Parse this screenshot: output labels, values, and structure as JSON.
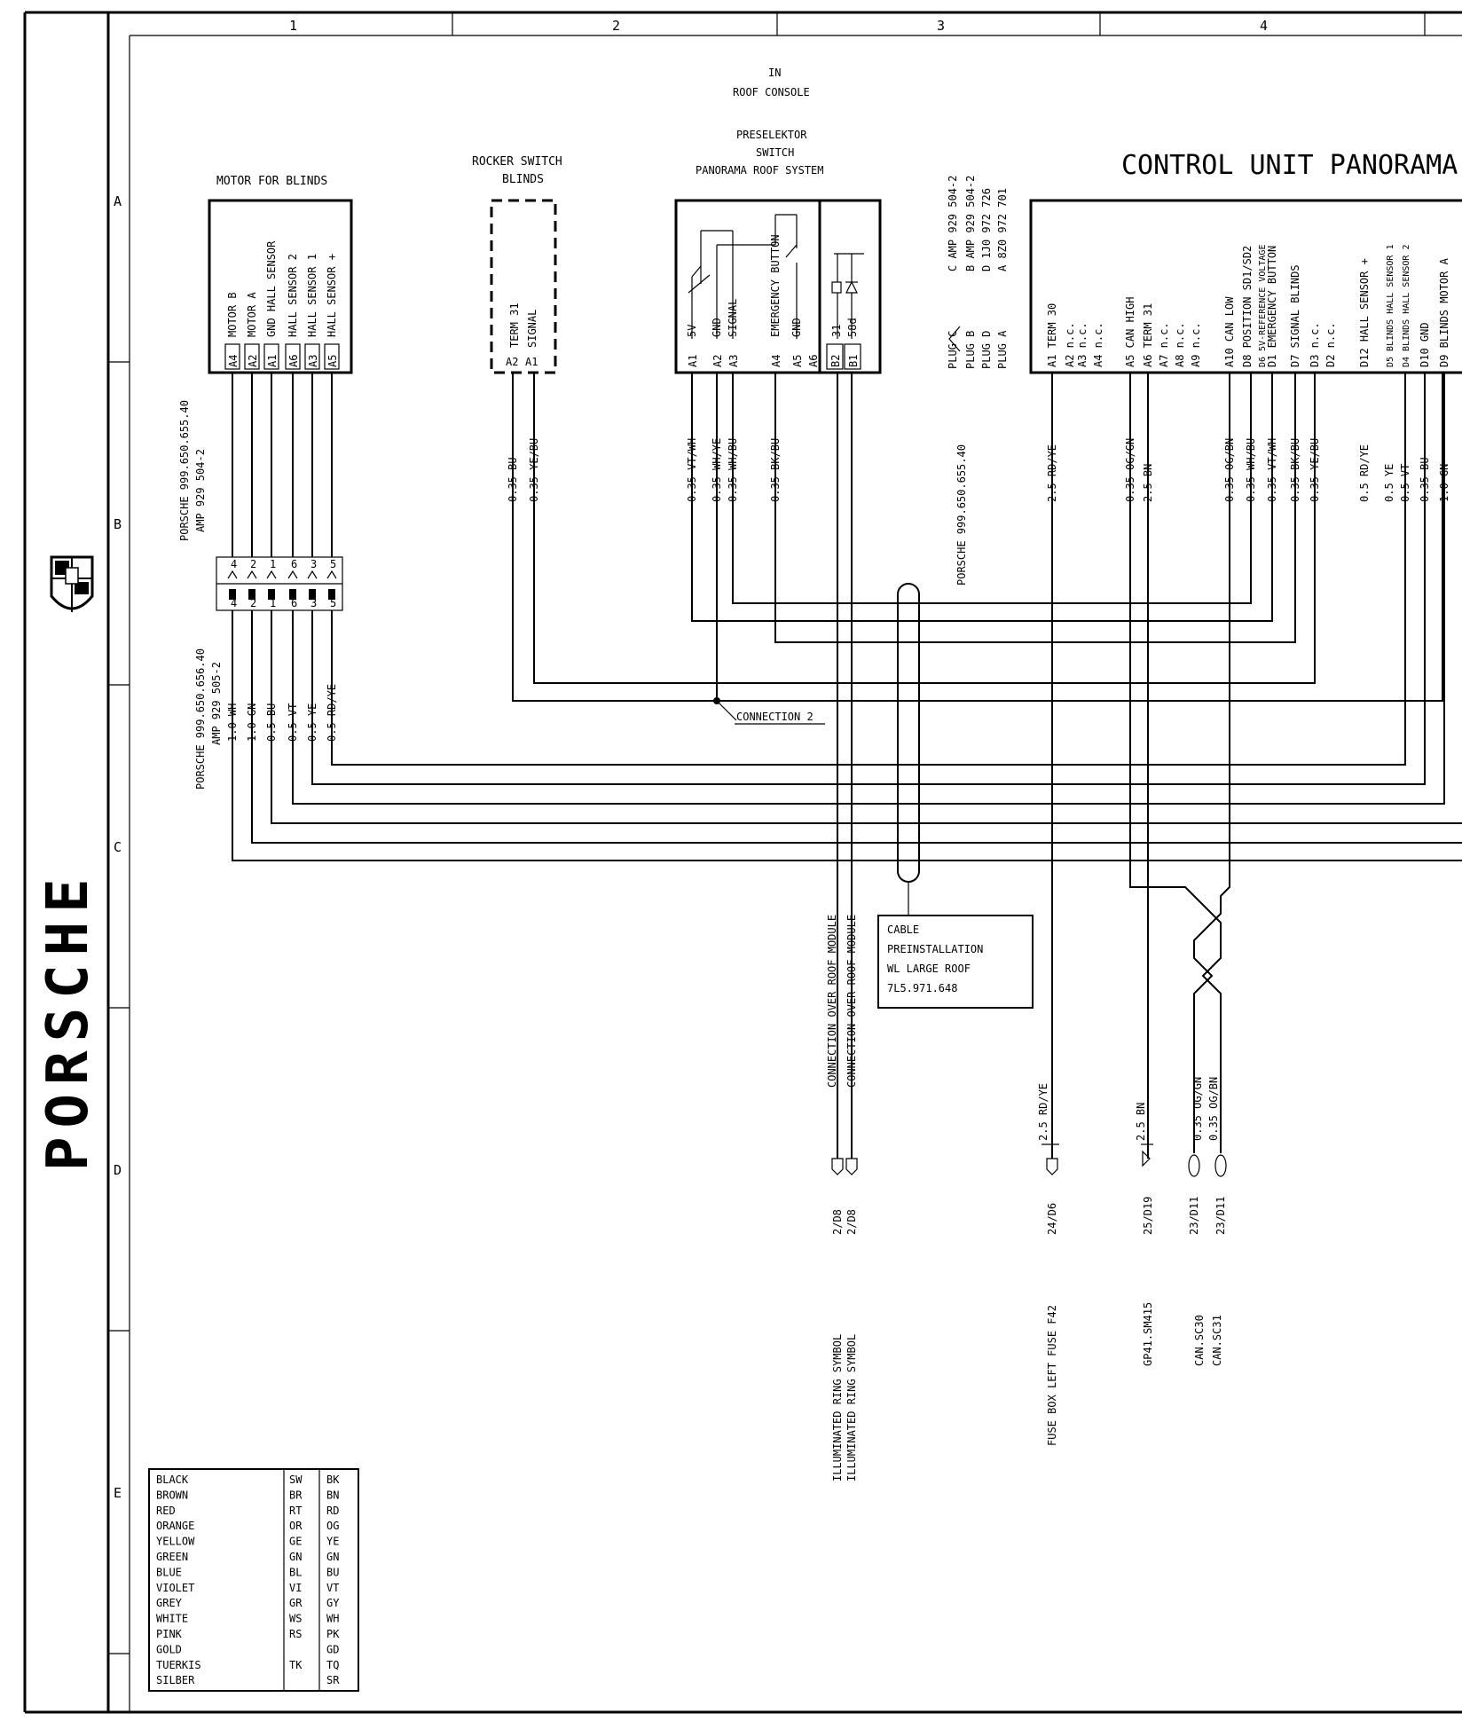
{
  "brand": "PORSCHE",
  "columns": [
    "1",
    "2",
    "3",
    "4"
  ],
  "rows": [
    "A",
    "B",
    "C",
    "D",
    "E"
  ],
  "components": {
    "motor": {
      "title": "MOTOR FOR BLINDS",
      "pins": [
        {
          "label": "MOTOR B",
          "pin": "A4"
        },
        {
          "label": "MOTOR A",
          "pin": "A2"
        },
        {
          "label": "GND HALL SENSOR",
          "pin": "A1"
        },
        {
          "label": "HALL SENSOR 2",
          "pin": "A6"
        },
        {
          "label": "HALL SENSOR 1",
          "pin": "A3"
        },
        {
          "label": "HALL SENSOR +",
          "pin": "A5"
        }
      ]
    },
    "rocker": {
      "title_line1": "ROCKER SWITCH",
      "title_line2": "BLINDS",
      "pins": [
        {
          "label": "TERM 31",
          "pin": "A2"
        },
        {
          "label": "SIGNAL",
          "pin": "A1"
        }
      ]
    },
    "preselector": {
      "title_line1": "IN",
      "title_line2": "ROOF CONSOLE",
      "title_line3": "PRESELEKTOR",
      "title_line4": "SWITCH",
      "title_line5": "PANORAMA ROOF SYSTEM",
      "pins": [
        {
          "label": "5V",
          "pin": "A1"
        },
        {
          "label": "GND",
          "pin": "A2"
        },
        {
          "label": "SIGNAL",
          "pin": "A3"
        },
        {
          "label": "EMERGENCY BUTTON",
          "pin": "A4"
        },
        {
          "label": "GND",
          "pin": "A5"
        },
        {
          "label": "",
          "pin": "A6"
        }
      ],
      "light_pins": [
        {
          "label": "31",
          "pin": "B2"
        },
        {
          "label": "58d",
          "pin": "B1"
        }
      ]
    },
    "control_unit": {
      "title": "CONTROL UNIT PANORAMA",
      "plugs": [
        {
          "name": "C",
          "part": "AMP 929 504-2"
        },
        {
          "name": "B",
          "part": "AMP 929 504-2"
        },
        {
          "name": "D",
          "part": "1J0 972 726"
        },
        {
          "name": "A",
          "part": "8Z0 972 701"
        }
      ],
      "plug_word": "PLUG",
      "connector_ref": "PORSCHE 999.650.655.40",
      "pins": [
        {
          "pin": "A1",
          "label": "TERM 30"
        },
        {
          "pin": "A2",
          "label": "n.c."
        },
        {
          "pin": "A3",
          "label": "n.c."
        },
        {
          "pin": "A4",
          "label": "n.c."
        },
        {
          "pin": "A5",
          "label": "CAN HIGH"
        },
        {
          "pin": "A6",
          "label": "TERM 31"
        },
        {
          "pin": "A7",
          "label": "n.c."
        },
        {
          "pin": "A8",
          "label": "n.c."
        },
        {
          "pin": "A9",
          "label": "n.c."
        },
        {
          "pin": "A10",
          "label": "CAN LOW"
        },
        {
          "pin": "D8",
          "label": "POSITION SD1/SD2"
        },
        {
          "pin": "D6",
          "label": "5V-REFERENCE VOLTAGE"
        },
        {
          "pin": "D1",
          "label": "EMERGENCY BUTTON"
        },
        {
          "pin": "D7",
          "label": "SIGNAL BLINDS"
        },
        {
          "pin": "D3",
          "label": "n.c."
        },
        {
          "pin": "D2",
          "label": "n.c."
        },
        {
          "pin": "D12",
          "label": "HALL SENSOR +"
        },
        {
          "pin": "D5",
          "label": "BLINDS HALL SENSOR 1"
        },
        {
          "pin": "D4",
          "label": "BLINDS HALL SENSOR 2"
        },
        {
          "pin": "D10",
          "label": "GND"
        },
        {
          "pin": "D9",
          "label": "BLINDS MOTOR A"
        }
      ]
    }
  },
  "connector": {
    "upper_ref": "PORSCHE 999.650.655.40",
    "upper_amp": "AMP 929 504-2",
    "lower_ref": "PORSCHE 999.650.656.40",
    "lower_amp": "AMP 929 505-2",
    "pins": [
      "4",
      "2",
      "1",
      "6",
      "3",
      "5"
    ]
  },
  "wires": {
    "motor": [
      "1.0 WH",
      "1.0 GN",
      "0.5 BU",
      "0.5 VT",
      "0.5 YE",
      "0.5 RD/YE"
    ],
    "rocker": [
      "0.35 BU",
      "0.35 YE/BU"
    ],
    "preselector": [
      "0.35 VT/WH",
      "0.35 WH/YE",
      "0.35 WH/BU",
      "0.35 BK/BU"
    ],
    "cu_a": [
      "2.5 RD/YE",
      "0.35 OG/GN",
      "2.5 BN",
      "0.35 OG/BN"
    ],
    "cu_d": [
      "0.35 WH/BU",
      "0.35 VT/WH",
      "0.35 BK/BU",
      "0.35 YE/BU",
      "0.5 RD/YE",
      "0.5 YE",
      "0.5 VT",
      "0.35 BU",
      "1.0 GN",
      "1.0 WH"
    ],
    "lower_term30": "2.5 RD/YE",
    "lower_gnd": "2.5 BN",
    "lower_can": [
      "0.35 OG/GN",
      "0.35 OG/BN"
    ]
  },
  "labels": {
    "connection2": "CONNECTION 2",
    "connection_over_roof": "CONNECTION OVER ROOF MODULE",
    "cable": [
      "CABLE",
      "PREINSTALLATION",
      "WL LARGE   ROOF",
      "7L5.971.648"
    ]
  },
  "terminals": [
    {
      "ref": "2/D8",
      "dest": "ILLUMINATED RING SYMBOL"
    },
    {
      "ref": "2/D8",
      "dest": "ILLUMINATED RING SYMBOL"
    },
    {
      "ref": "24/D6",
      "dest": "FUSE BOX LEFT FUSE F42"
    },
    {
      "ref": "25/D19",
      "dest": "GP41.SM415"
    },
    {
      "ref": "23/D11",
      "dest": "CAN.SC30"
    },
    {
      "ref": "23/D11",
      "dest": "CAN.SC31"
    }
  ],
  "color_legend": [
    {
      "name": "BLACK",
      "de": "SW",
      "en": "BK"
    },
    {
      "name": "BROWN",
      "de": "BR",
      "en": "BN"
    },
    {
      "name": "RED",
      "de": "RT",
      "en": "RD"
    },
    {
      "name": "ORANGE",
      "de": "OR",
      "en": "OG"
    },
    {
      "name": "YELLOW",
      "de": "GE",
      "en": "YE"
    },
    {
      "name": "GREEN",
      "de": "GN",
      "en": "GN"
    },
    {
      "name": "BLUE",
      "de": "BL",
      "en": "BU"
    },
    {
      "name": "VIOLET",
      "de": "VI",
      "en": "VT"
    },
    {
      "name": "GREY",
      "de": "GR",
      "en": "GY"
    },
    {
      "name": "WHITE",
      "de": "WS",
      "en": "WH"
    },
    {
      "name": "PINK",
      "de": "RS",
      "en": "PK"
    },
    {
      "name": "GOLD",
      "de": "",
      "en": "GD"
    },
    {
      "name": "TUERKIS",
      "de": "TK",
      "en": "TQ"
    },
    {
      "name": "SILBER",
      "de": "",
      "en": "SR"
    }
  ]
}
